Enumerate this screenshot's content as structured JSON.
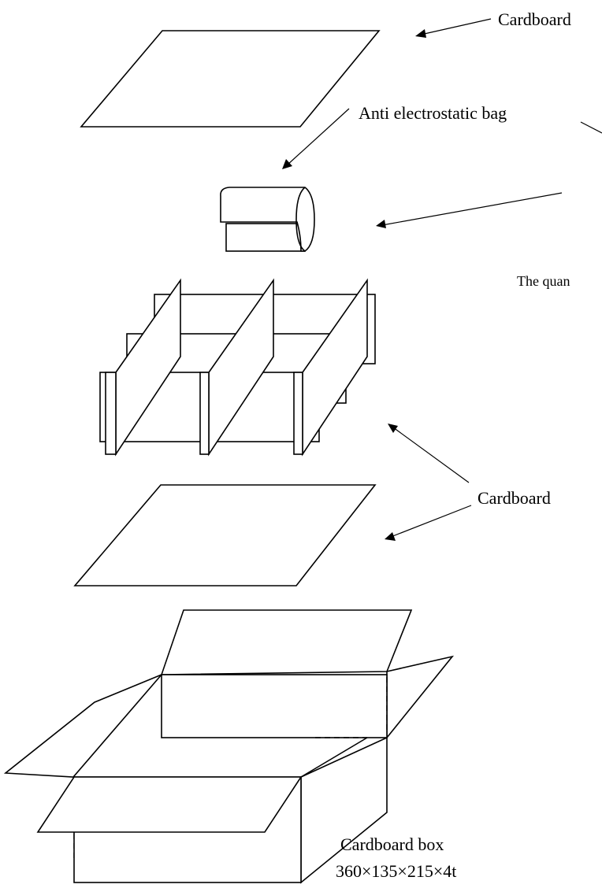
{
  "labels": {
    "top_cardboard": "Cardboard",
    "bag": "Anti electrostatic bag",
    "quantity_note": "The quan",
    "lower_cardboard": "Cardboard",
    "box_name": "Cardboard box",
    "box_dims": "360×135×215×4t"
  }
}
